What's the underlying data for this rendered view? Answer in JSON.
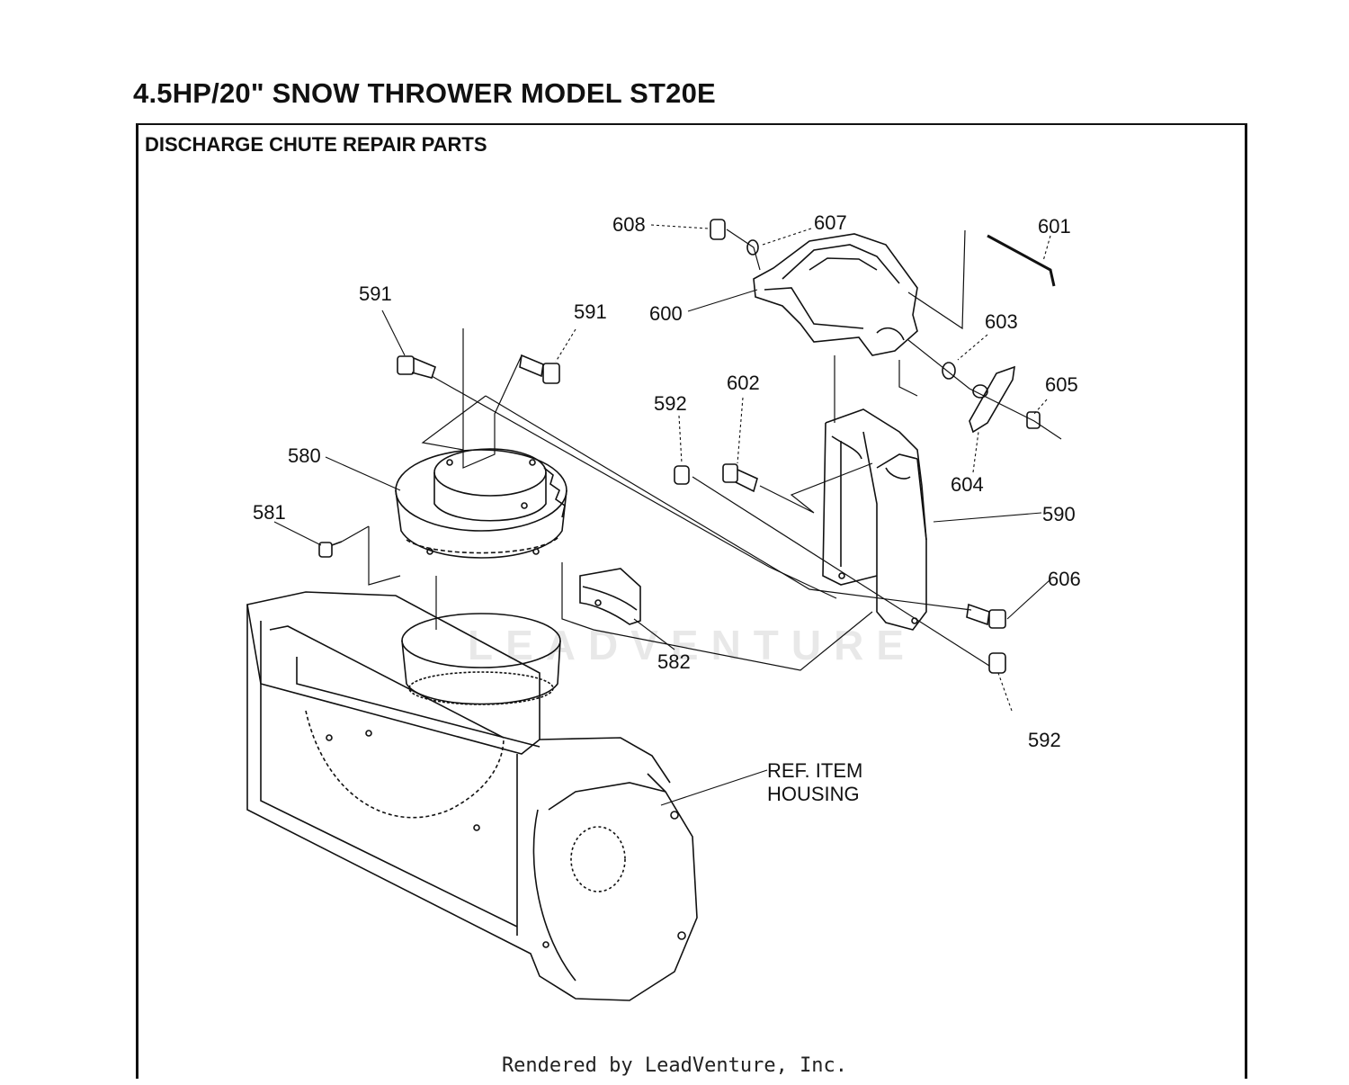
{
  "header": {
    "title": "4.5HP/20\" SNOW THROWER MODEL ST20E",
    "section": "DISCHARGE CHUTE REPAIR PARTS"
  },
  "callouts": {
    "p608": "608",
    "p607": "607",
    "p601": "601",
    "p600": "600",
    "p603": "603",
    "p591a": "591",
    "p591b": "591",
    "p602": "602",
    "p605": "605",
    "p592a": "592",
    "p580": "580",
    "p604": "604",
    "p590": "590",
    "p581": "581",
    "p606": "606",
    "p582": "582",
    "p592b": "592",
    "ref_line1": "REF. ITEM",
    "ref_line2": "HOUSING"
  },
  "watermark": "LEADVENTURE",
  "footer": "Rendered by LeadVenture, Inc."
}
